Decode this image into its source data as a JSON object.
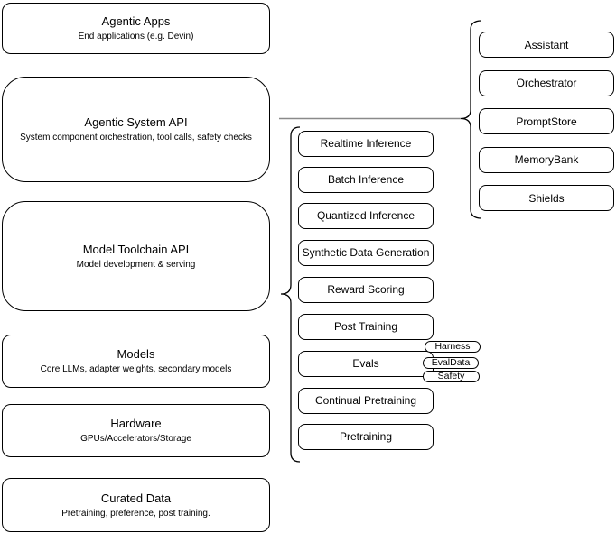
{
  "diagram": {
    "left_column": [
      {
        "title": "Agentic Apps",
        "subtitle": "End applications (e.g. Devin)"
      },
      {
        "title": "Agentic System API",
        "subtitle": "System component orchestration, tool calls, safety checks"
      },
      {
        "title": "Model Toolchain API",
        "subtitle": "Model development & serving"
      },
      {
        "title": "Models",
        "subtitle": "Core LLMs, adapter weights, secondary models"
      },
      {
        "title": "Hardware",
        "subtitle": "GPUs/Accelerators/Storage"
      },
      {
        "title": "Curated Data",
        "subtitle": "Pretraining, preference, post training."
      }
    ],
    "middle_column": {
      "items": [
        "Realtime Inference",
        "Batch Inference",
        "Quantized Inference",
        "Synthetic Data Generation",
        "Reward Scoring",
        "Post Training",
        "Evals",
        "Continual Pretraining",
        "Pretraining"
      ]
    },
    "evals_tags": [
      "Harness",
      "EvalData",
      "Safety"
    ],
    "right_column": {
      "items": [
        "Assistant",
        "Orchestrator",
        "PromptStore",
        "MemoryBank",
        "Shields"
      ]
    },
    "colors": {
      "stroke": "#000000",
      "fill": "#ffffff",
      "connector": "#8a8a8a",
      "text": "#000000"
    }
  }
}
